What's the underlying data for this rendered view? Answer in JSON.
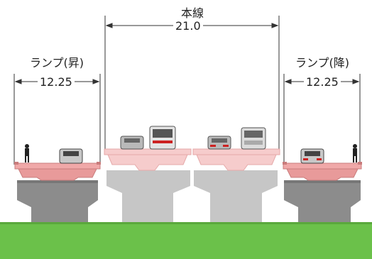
{
  "main_line": {
    "label": "本線",
    "width": "21.0"
  },
  "ramp_up": {
    "label": "ランプ(昇)",
    "width": "12.25"
  },
  "ramp_down": {
    "label": "ランプ(降)",
    "width": "12.25"
  },
  "colors": {
    "deck": "#f0a8a8",
    "deck_dark": "#c97c7c",
    "pier_dark": "#8c8c8c",
    "pier_light": "#c6c6c6",
    "ground": "#6bc14a"
  }
}
